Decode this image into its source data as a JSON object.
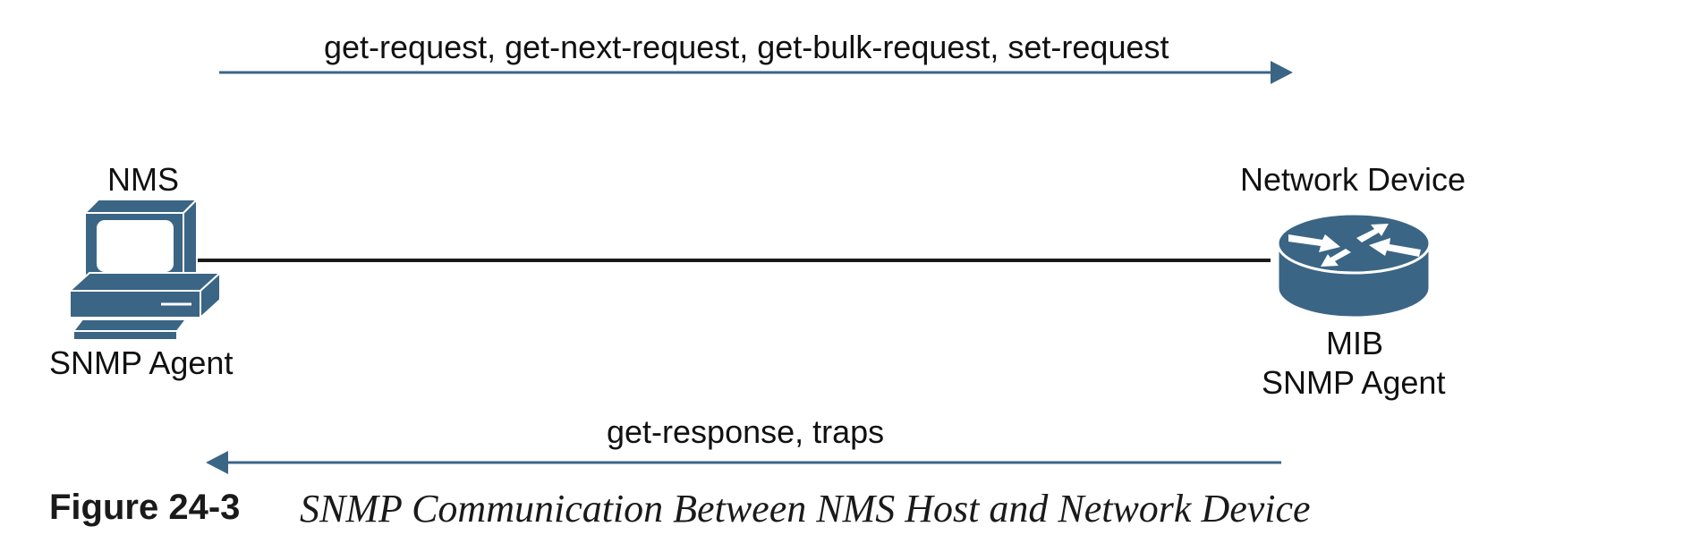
{
  "diagram": {
    "top_message": "get-request, get-next-request, get-bulk-request, set-request",
    "bottom_message": "get-response, traps",
    "nms": {
      "title": "NMS",
      "subtitle": "SNMP Agent",
      "icon": "computer-icon"
    },
    "device": {
      "title": "Network Device",
      "line1": "MIB",
      "line2": "SNMP Agent",
      "icon": "router-icon"
    },
    "colors": {
      "arrow": "#3b6585",
      "icon_fill": "#3b6585",
      "link": "#1a1a1a"
    }
  },
  "caption": {
    "number": "Figure 24-3",
    "text": "SNMP Communication Between NMS Host and Network Device"
  }
}
